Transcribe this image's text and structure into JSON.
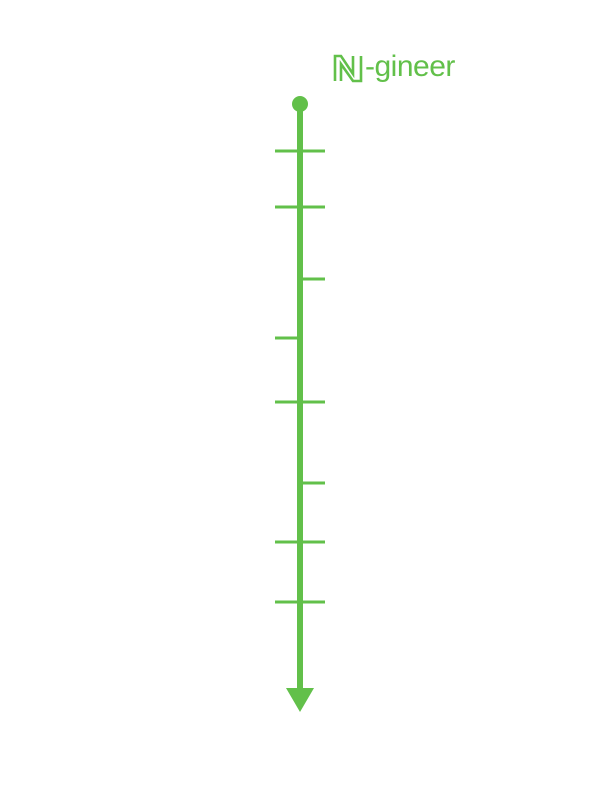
{
  "brand": {
    "name_suffix": "-gineer",
    "logo_icon": "n-logo-icon",
    "color": "#62c04a"
  },
  "timeline": {
    "color": "#62c04a",
    "direction": "down",
    "start_marker": "dot",
    "end_marker": "arrowhead",
    "ticks": [
      {
        "side": "both"
      },
      {
        "side": "both"
      },
      {
        "side": "right"
      },
      {
        "side": "left"
      },
      {
        "side": "both"
      },
      {
        "side": "right"
      },
      {
        "side": "both"
      },
      {
        "side": "both"
      }
    ]
  }
}
